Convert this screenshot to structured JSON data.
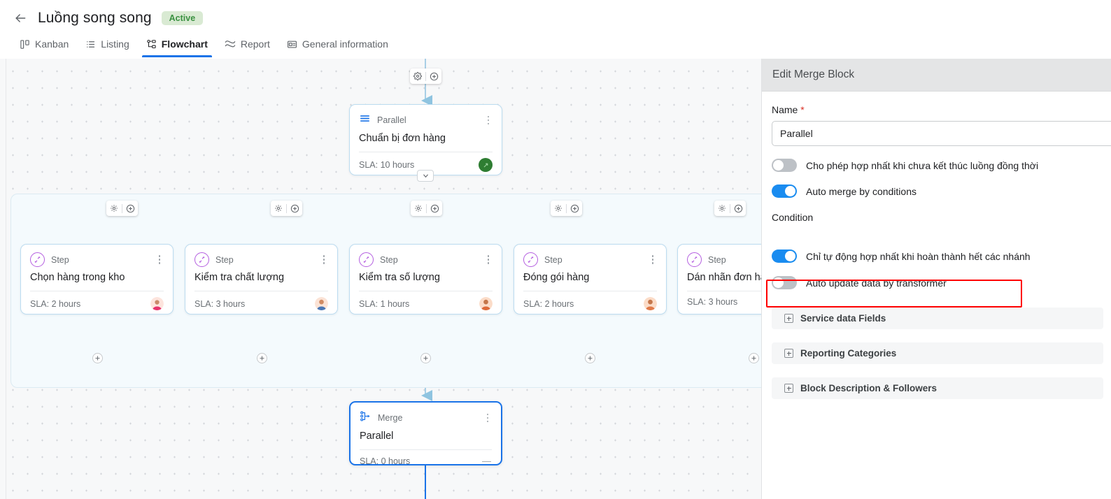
{
  "header": {
    "back_icon": "arrow-left-icon",
    "title": "Luồng song song",
    "status_badge": "Active",
    "tabs": [
      {
        "label": "Kanban",
        "icon": "kanban-icon",
        "active": false
      },
      {
        "label": "Listing",
        "icon": "list-icon",
        "active": false
      },
      {
        "label": "Flowchart",
        "icon": "flowchart-icon",
        "active": true
      },
      {
        "label": "Report",
        "icon": "report-icon",
        "active": false
      },
      {
        "label": "General information",
        "icon": "info-card-icon",
        "active": false
      }
    ]
  },
  "canvas": {
    "parallel_block": {
      "kind": "Parallel",
      "title": "Chuẩn bị đơn hàng",
      "sla": "SLA: 10 hours",
      "kind_icon": "parallel-lines-icon",
      "badge_icon": "green-status-icon"
    },
    "steps": [
      {
        "kind": "Step",
        "title": "Chọn hàng trong kho",
        "sla": "SLA: 2 hours"
      },
      {
        "kind": "Step",
        "title": "Kiểm tra chất lượng",
        "sla": "SLA: 3 hours"
      },
      {
        "kind": "Step",
        "title": "Kiểm tra số lượng",
        "sla": "SLA: 1 hours"
      },
      {
        "kind": "Step",
        "title": "Đóng gói hàng",
        "sla": "SLA: 2 hours"
      },
      {
        "kind": "Step",
        "title": "Dán nhãn đơn hàng",
        "sla": "SLA: 3 hours"
      }
    ],
    "merge_block": {
      "kind": "Merge",
      "title": "Parallel",
      "sla": "SLA: 0 hours",
      "trailing": "—",
      "kind_icon": "merge-icon"
    },
    "edge_tools": {
      "settings_icon": "gear-icon",
      "add_icon": "plus-circle-icon"
    }
  },
  "panel": {
    "title": "Edit Merge Block",
    "name_label": "Name",
    "name_required": "*",
    "name_value": "Parallel",
    "name_placeholder": "Parallel",
    "toggles": [
      {
        "label": "Cho phép hợp nhất khi chưa kết thúc luồng đồng thời",
        "on": false
      },
      {
        "label": "Auto merge by conditions",
        "on": true
      }
    ],
    "condition_label": "Condition",
    "condition_toggles": [
      {
        "label": "Chỉ tự động hợp nhất khi hoàn thành hết các nhánh",
        "on": true,
        "highlighted": true
      },
      {
        "label": "Auto update data by transformer",
        "on": false
      }
    ],
    "accordions": [
      {
        "label": "Service data Fields",
        "icon": "plus-square-icon"
      },
      {
        "label": "Reporting Categories",
        "icon": "plus-square-icon"
      },
      {
        "label": "Block Description & Followers",
        "icon": "plus-square-icon"
      }
    ]
  },
  "colors": {
    "accent_blue": "#1a73e8",
    "toggle_on": "#1a8cf0",
    "toggle_off": "#bdc1c6",
    "badge_green_text": "#3a9141",
    "badge_green_bg": "#d9ead3",
    "highlight_red": "#ff0000",
    "step_purple": "#b45ee0",
    "wire_blue": "#a8cfe6"
  }
}
